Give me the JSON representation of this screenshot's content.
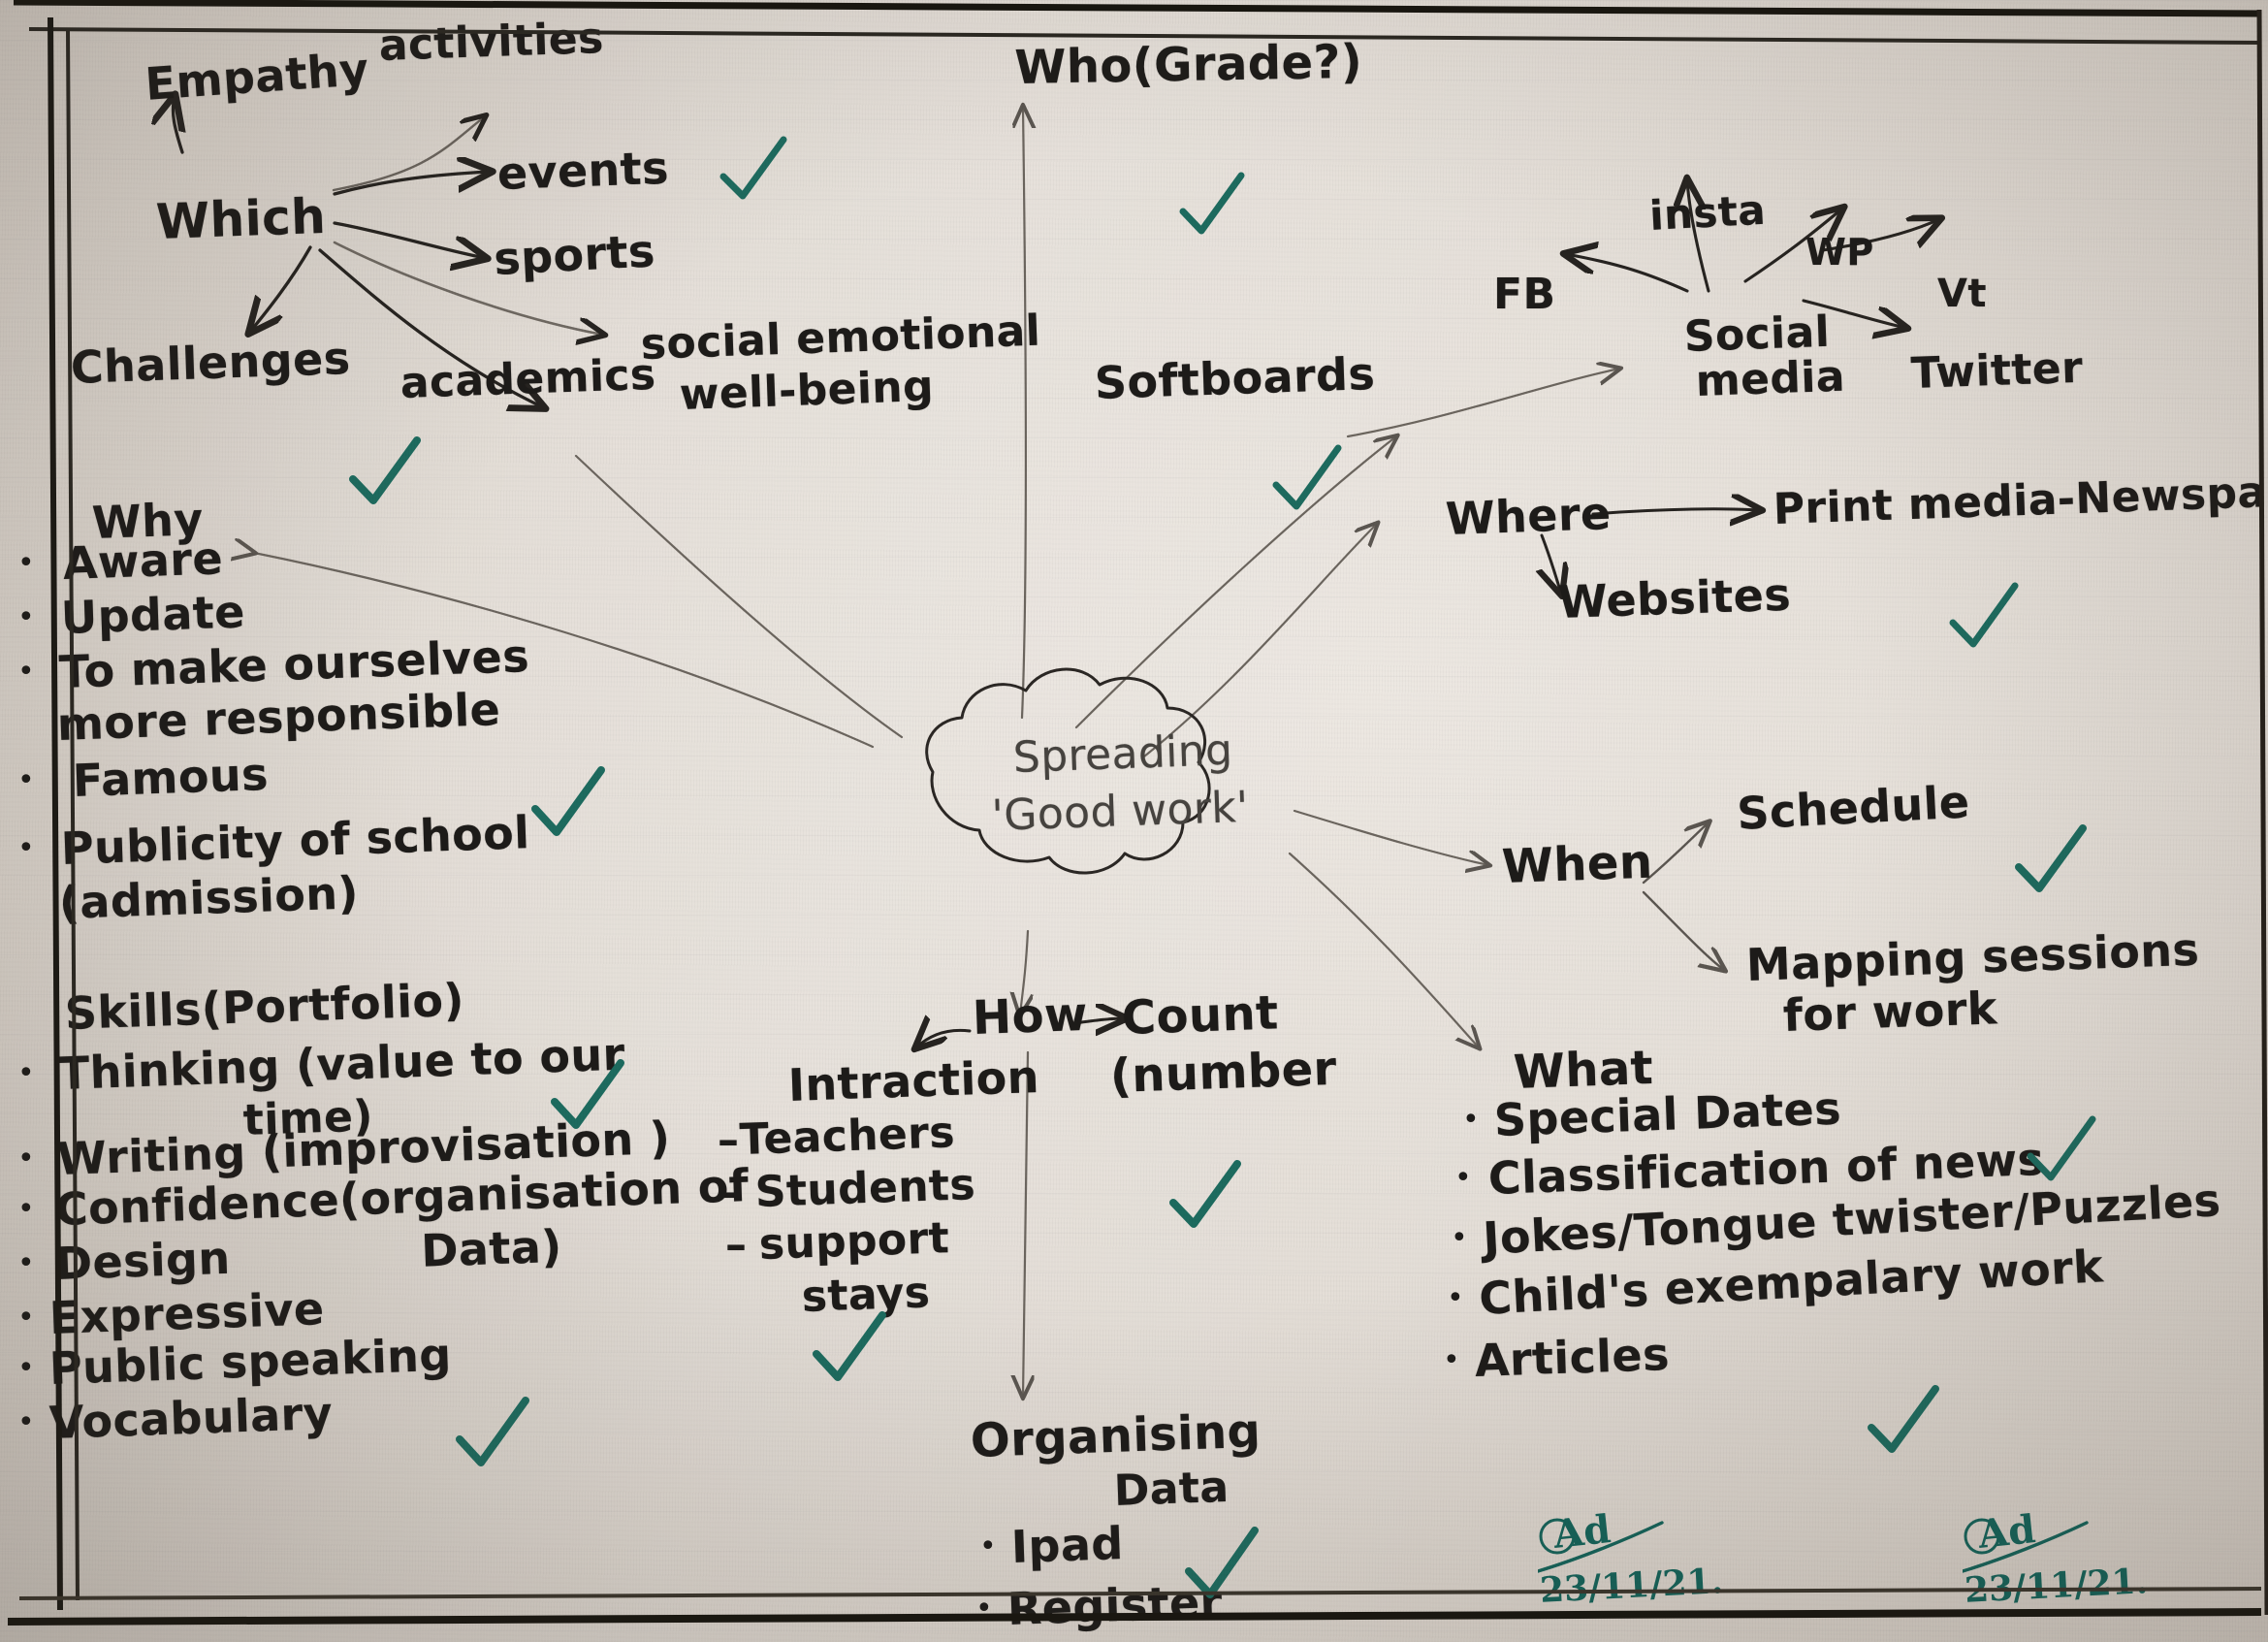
{
  "document": {
    "type": "handwritten-mind-map",
    "title": "Spreading 'Good work'",
    "paper": "ruled notebook sheet",
    "ink_color": "#1d1b19",
    "check_color": "#1d6b5f"
  },
  "center": {
    "line1": "Spreading",
    "line2": "'Good work'"
  },
  "branches": {
    "which": {
      "label": "Which",
      "children": [
        {
          "label": "Empathy"
        },
        {
          "label": "activities"
        },
        {
          "label": "events"
        },
        {
          "label": "sports"
        },
        {
          "label": "social emotional"
        },
        {
          "label": "well-being"
        },
        {
          "label": "academics"
        },
        {
          "label": "Challenges"
        }
      ]
    },
    "who": {
      "label": "Who(Grade?)"
    },
    "softboards": {
      "label": "Softboards"
    },
    "social_media": {
      "label_line1": "Social",
      "label_line2": "media",
      "children": [
        "FB",
        "insta",
        "WP",
        "Vt",
        "Twitter"
      ]
    },
    "where": {
      "label": "Where",
      "children": [
        "Print media-Newspaper",
        "Websites"
      ]
    },
    "when": {
      "label": "When",
      "children": [
        "Schedule",
        "Mapping sessions",
        "for work"
      ]
    },
    "what": {
      "label": "What",
      "items": [
        "Special Dates",
        "Classification of news",
        "Jokes/Tongue twister/Puzzles",
        "Child's exempalary work",
        "Articles"
      ]
    },
    "how": {
      "label": "How",
      "left_head": "Intraction",
      "left_items": [
        "Teachers",
        "Students",
        "support",
        "stays"
      ],
      "right_line1": "Count",
      "right_line2": "(number"
    },
    "organising": {
      "line1": "Organising",
      "line2": "Data",
      "items": [
        "Ipad",
        "Register"
      ]
    },
    "why": {
      "label": "Why",
      "items": [
        "Aware",
        "Update",
        "To make ourselves",
        "more responsible",
        "Famous",
        "Publicity of school",
        "(admission)"
      ]
    },
    "skills": {
      "head": "Skills(Portfolio)",
      "items": [
        "Thinking (value to our",
        "time)",
        "Writing (improvisation )",
        "Confidence(organisation of",
        "Design            Data)",
        "Expressive",
        "Public speaking",
        "Vocabulary"
      ]
    }
  },
  "signatures": [
    {
      "mark": "Ad",
      "date": "23/11/21."
    },
    {
      "mark": "Ad",
      "date": "23/11/21."
    }
  ]
}
